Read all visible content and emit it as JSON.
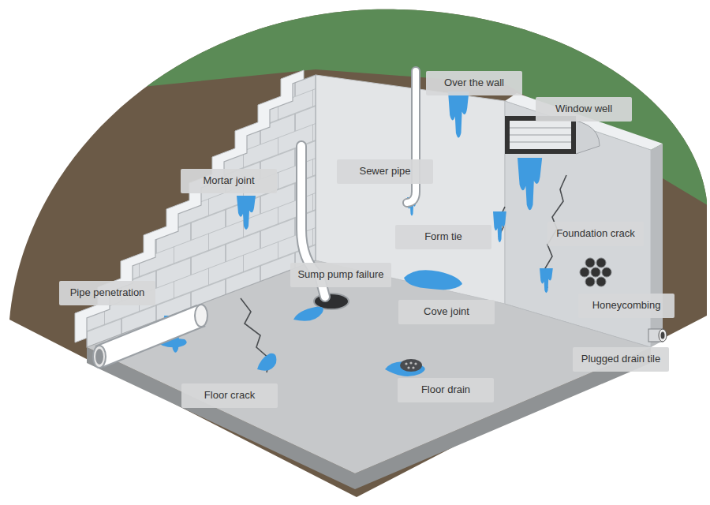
{
  "diagram": {
    "nodes": [
      {
        "text": [
          "Over the wall"
        ]
      },
      {
        "text": [
          "Window well"
        ]
      },
      {
        "text": [
          "Mortar joint"
        ]
      },
      {
        "text": [
          "Sewer pipe"
        ]
      },
      {
        "text": [
          "Form tie"
        ]
      },
      {
        "text": [
          "Foundation crack"
        ]
      },
      {
        "text": [
          "Pipe penetration"
        ]
      },
      {
        "text": [
          "Sump pump failure"
        ]
      },
      {
        "text": [
          "Cove joint"
        ]
      },
      {
        "text": [
          "Honeycombing"
        ]
      },
      {
        "text": [
          "Floor drain"
        ]
      },
      {
        "text": [
          "Plugged drain tile"
        ]
      },
      {
        "text": [
          "Floor crack"
        ]
      }
    ]
  }
}
